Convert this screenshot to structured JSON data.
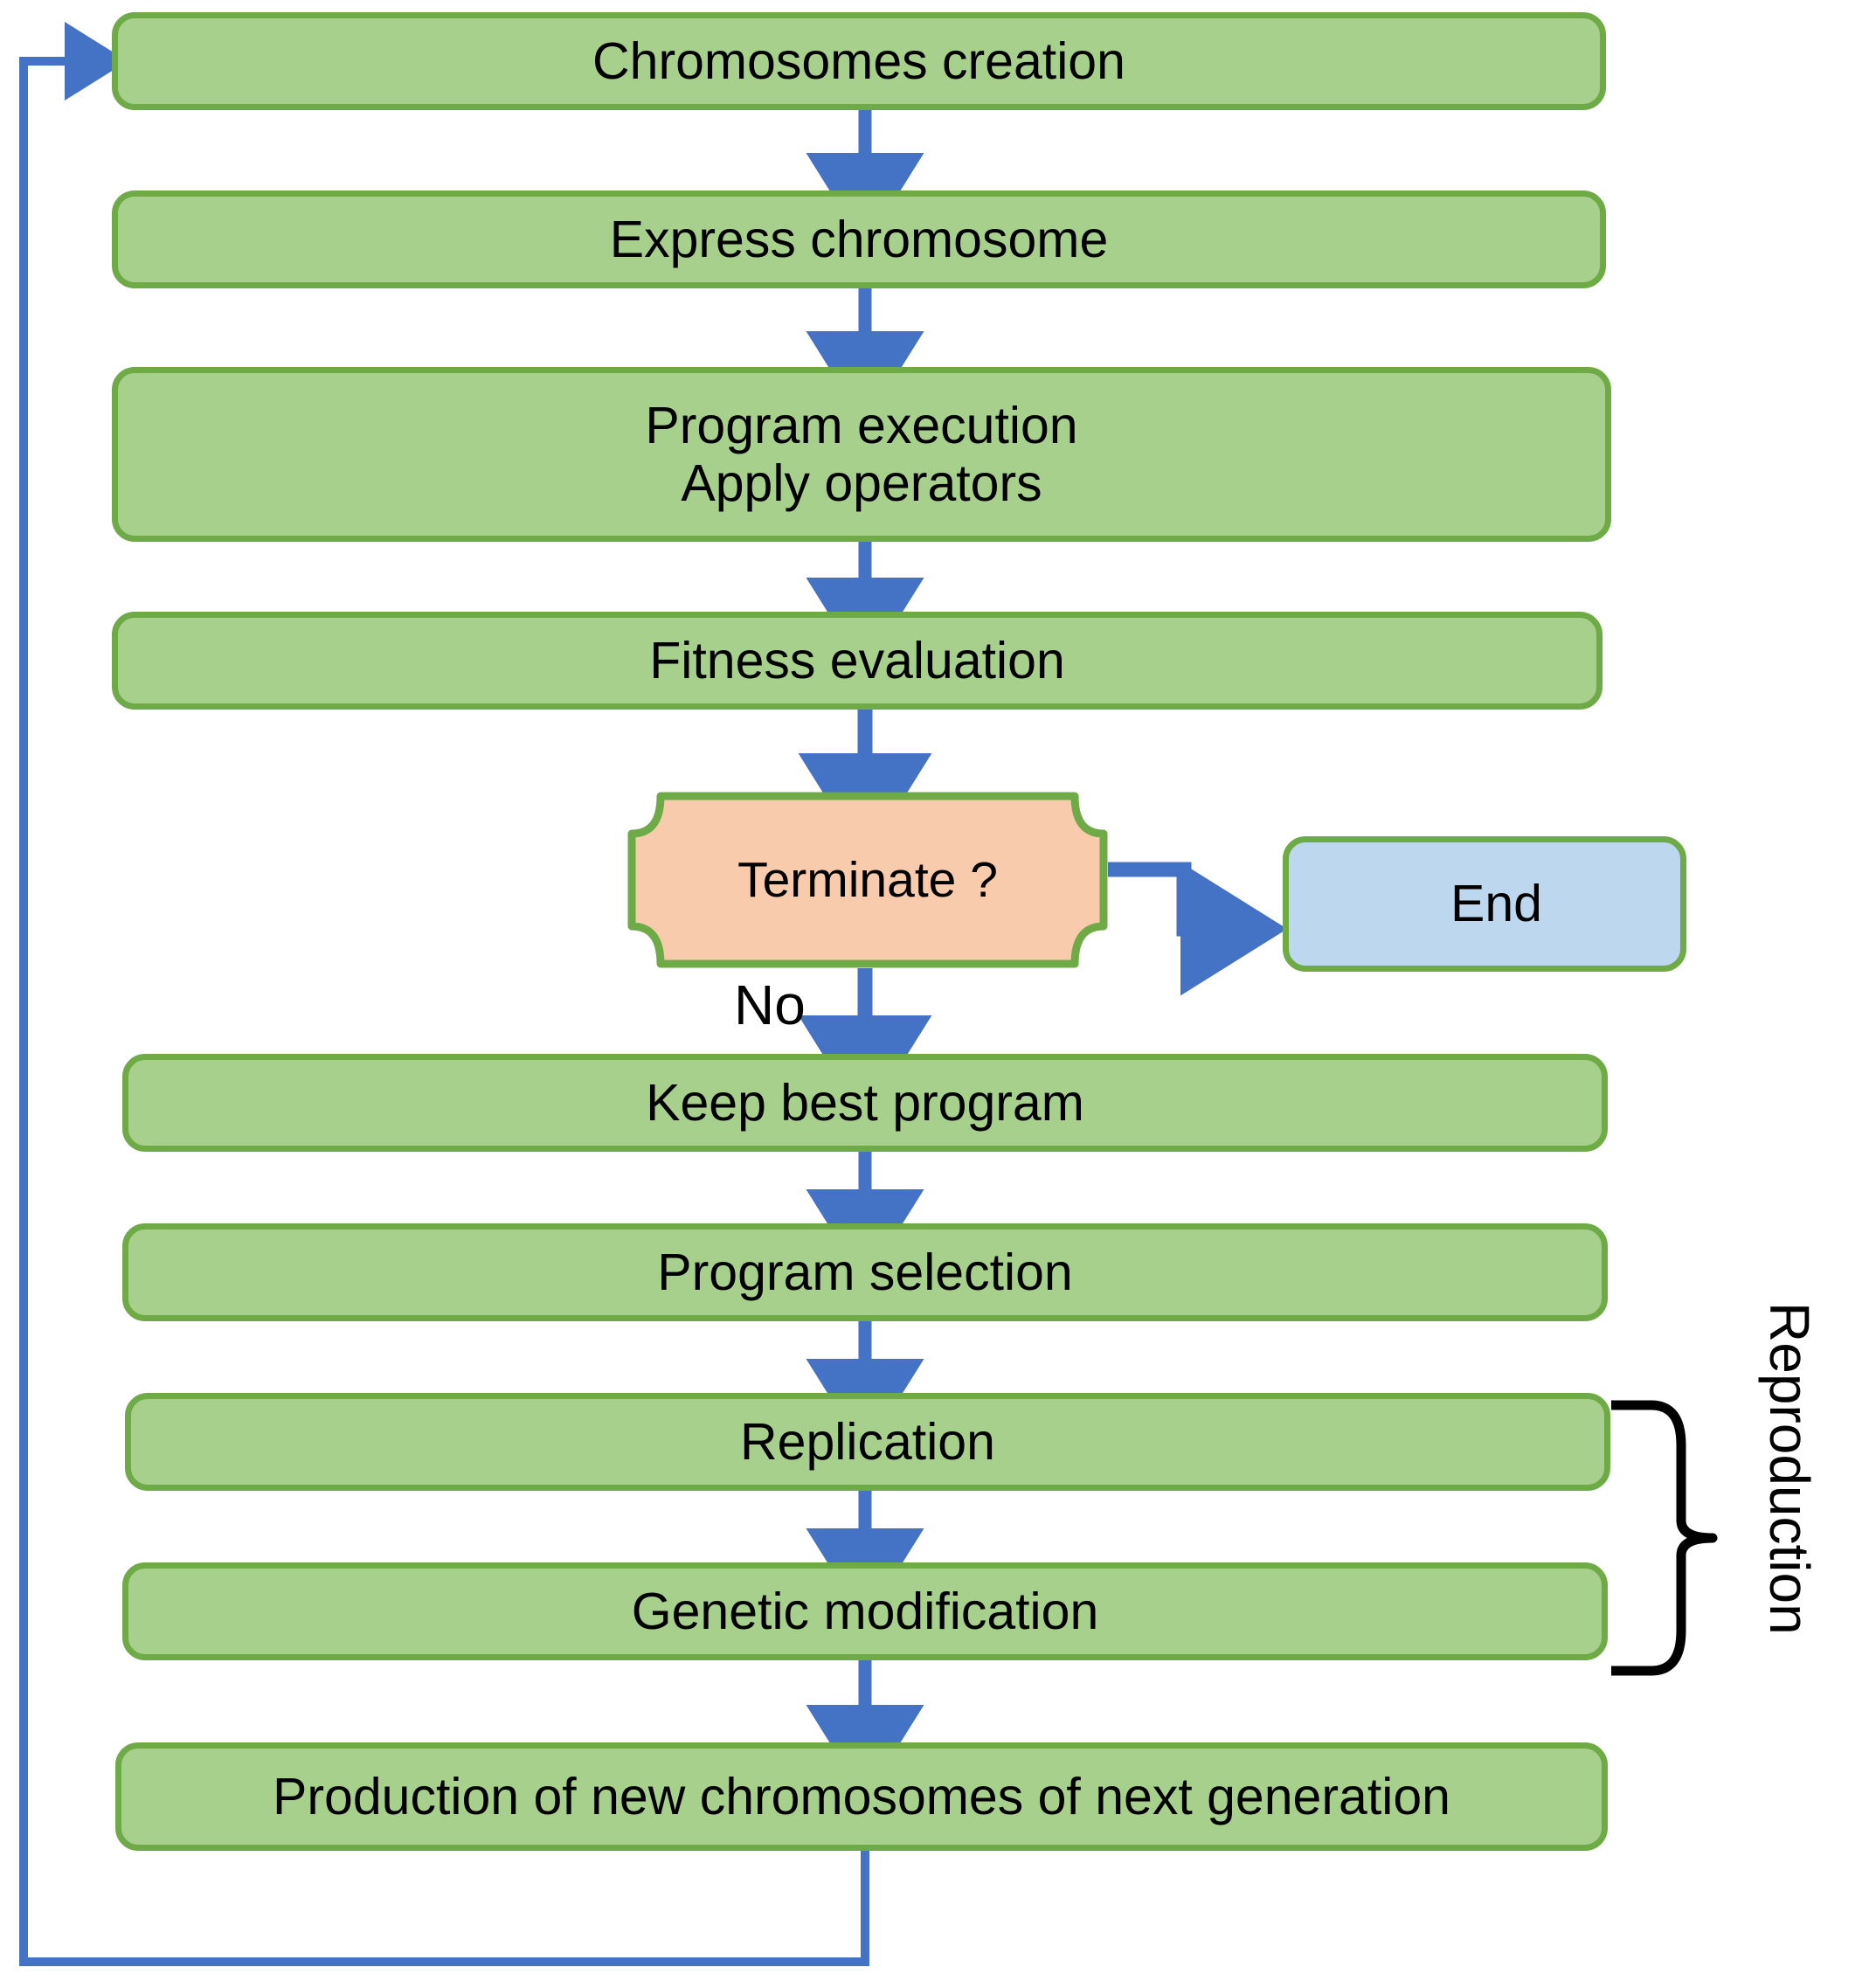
{
  "diagram": {
    "title": "Gene Expression Programming flowchart",
    "colors": {
      "process_fill": "#A8D08D",
      "process_border": "#6EAB46",
      "decision_fill": "#F8CBAD",
      "decision_border": "#6EAB46",
      "end_fill": "#BDD7EE",
      "end_border": "#6EAB46",
      "arrow": "#4472C4",
      "bracket": "#000000",
      "text": "#000000",
      "background": "#FFFFFF"
    },
    "nodes": [
      {
        "id": "chromosomes-creation",
        "shape": "process",
        "label": "Chromosomes creation"
      },
      {
        "id": "express-chromosome",
        "shape": "process",
        "label": "Express chromosome"
      },
      {
        "id": "program-execution",
        "shape": "process",
        "label": "Program execution\nApply operators"
      },
      {
        "id": "fitness-evaluation",
        "shape": "process",
        "label": "Fitness evaluation"
      },
      {
        "id": "terminate",
        "shape": "decision",
        "label": "Terminate ?"
      },
      {
        "id": "end",
        "shape": "terminal",
        "label": "End"
      },
      {
        "id": "keep-best-program",
        "shape": "process",
        "label": "Keep best program"
      },
      {
        "id": "program-selection",
        "shape": "process",
        "label": "Program selection"
      },
      {
        "id": "replication",
        "shape": "process",
        "label": "Replication"
      },
      {
        "id": "genetic-modification",
        "shape": "process",
        "label": "Genetic modification"
      },
      {
        "id": "production-next-gen",
        "shape": "process",
        "label": "Production of new chromosomes of next generation"
      }
    ],
    "edge_labels": {
      "terminate_no": "No"
    },
    "annotations": {
      "reproduction_bracket": "Reproduction"
    }
  }
}
